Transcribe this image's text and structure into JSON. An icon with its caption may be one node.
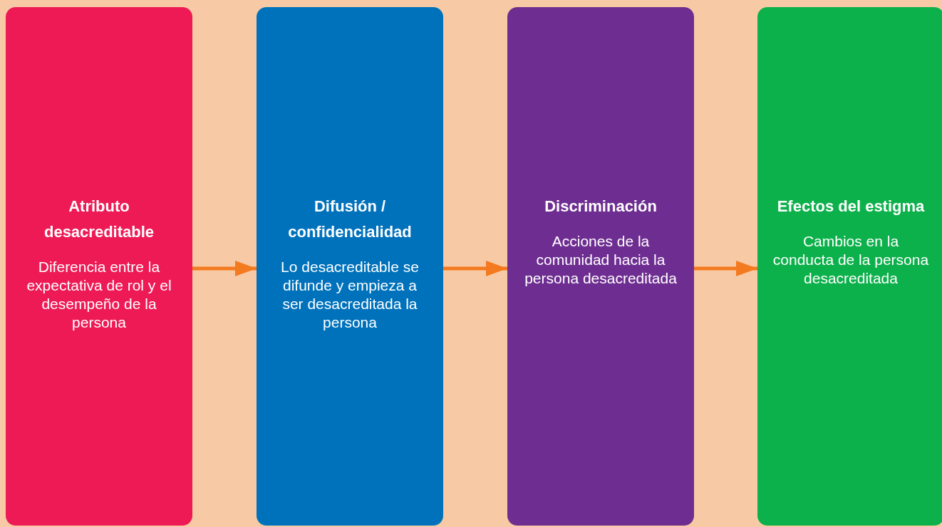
{
  "diagram": {
    "nodes": [
      {
        "text": [
          "Atributo desacreditable",
          "Diferencia entre la expectativa de rol y el desempeño de la persona"
        ]
      },
      {
        "text": [
          "Difusión / confidencialidad",
          "Lo desacreditable se difunde y empieza a ser desacreditada la persona"
        ]
      },
      {
        "text": [
          "Discriminación",
          "Acciones de la comunidad hacia la persona desacreditada"
        ]
      },
      {
        "text": [
          "Efectos del estigma",
          "Cambios en la conducta de la persona desacreditada"
        ]
      }
    ],
    "edges": [
      {
        "from": 0,
        "to": 1,
        "arrow": "to"
      },
      {
        "from": 1,
        "to": 2,
        "arrow": "to"
      },
      {
        "from": 2,
        "to": 3,
        "arrow": "to"
      }
    ]
  }
}
